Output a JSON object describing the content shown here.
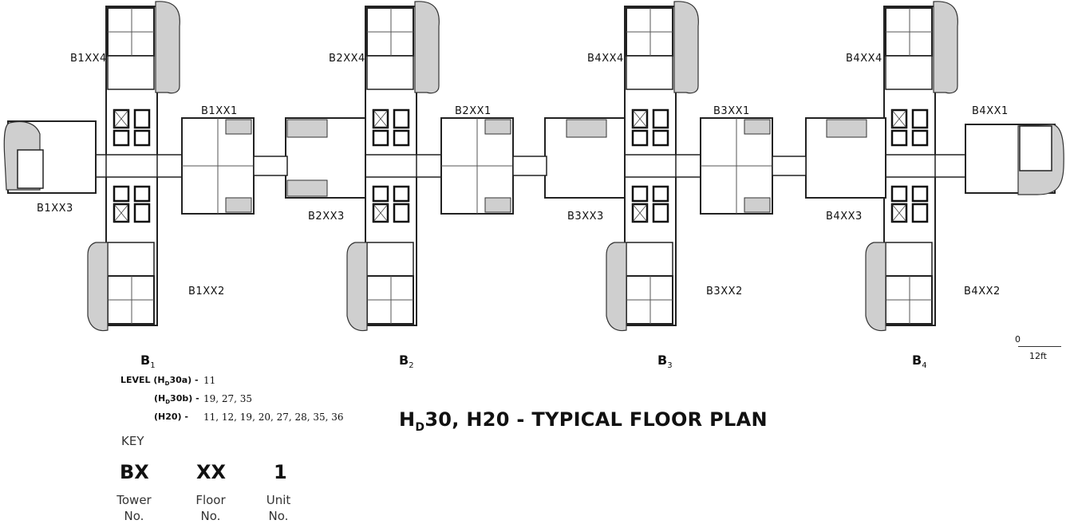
{
  "units": {
    "b1": [
      "B1XX4",
      "B1XX1",
      "B1XX3",
      "B1XX2"
    ],
    "b2": [
      "B2XX4",
      "B2XX1",
      "B2XX3"
    ],
    "b3": [
      "B4XX4",
      "B3XX1",
      "B3XX3",
      "B3XX2"
    ],
    "b4": [
      "B4XX4",
      "B4XX1",
      "B4XX3",
      "B4XX2"
    ]
  },
  "towers": [
    {
      "letter": "B",
      "num": "1"
    },
    {
      "letter": "B",
      "num": "2"
    },
    {
      "letter": "B",
      "num": "3"
    },
    {
      "letter": "B",
      "num": "4"
    }
  ],
  "levels": {
    "row1_label": "LEVEL (H",
    "row1_sub": "D",
    "row1_label_end": "30a) -",
    "row1_values": "11",
    "row2_label": "(H",
    "row2_sub": "D",
    "row2_label_end": "30b) -",
    "row2_values": "19, 27, 35",
    "row3_label": "(H20) -",
    "row3_values": "11, 12, 19, 20, 27, 28, 35, 36"
  },
  "title": {
    "pre": "H",
    "sub": "D",
    "post": "30, H20 - TYPICAL FLOOR PLAN"
  },
  "key": {
    "heading": "KEY",
    "codes": [
      "BX",
      "XX",
      "1"
    ],
    "desc": [
      [
        "Tower",
        "No."
      ],
      [
        "Floor",
        "No."
      ],
      [
        "Unit",
        "No."
      ]
    ]
  },
  "scale": {
    "zero": "0",
    "label": "12ft"
  }
}
